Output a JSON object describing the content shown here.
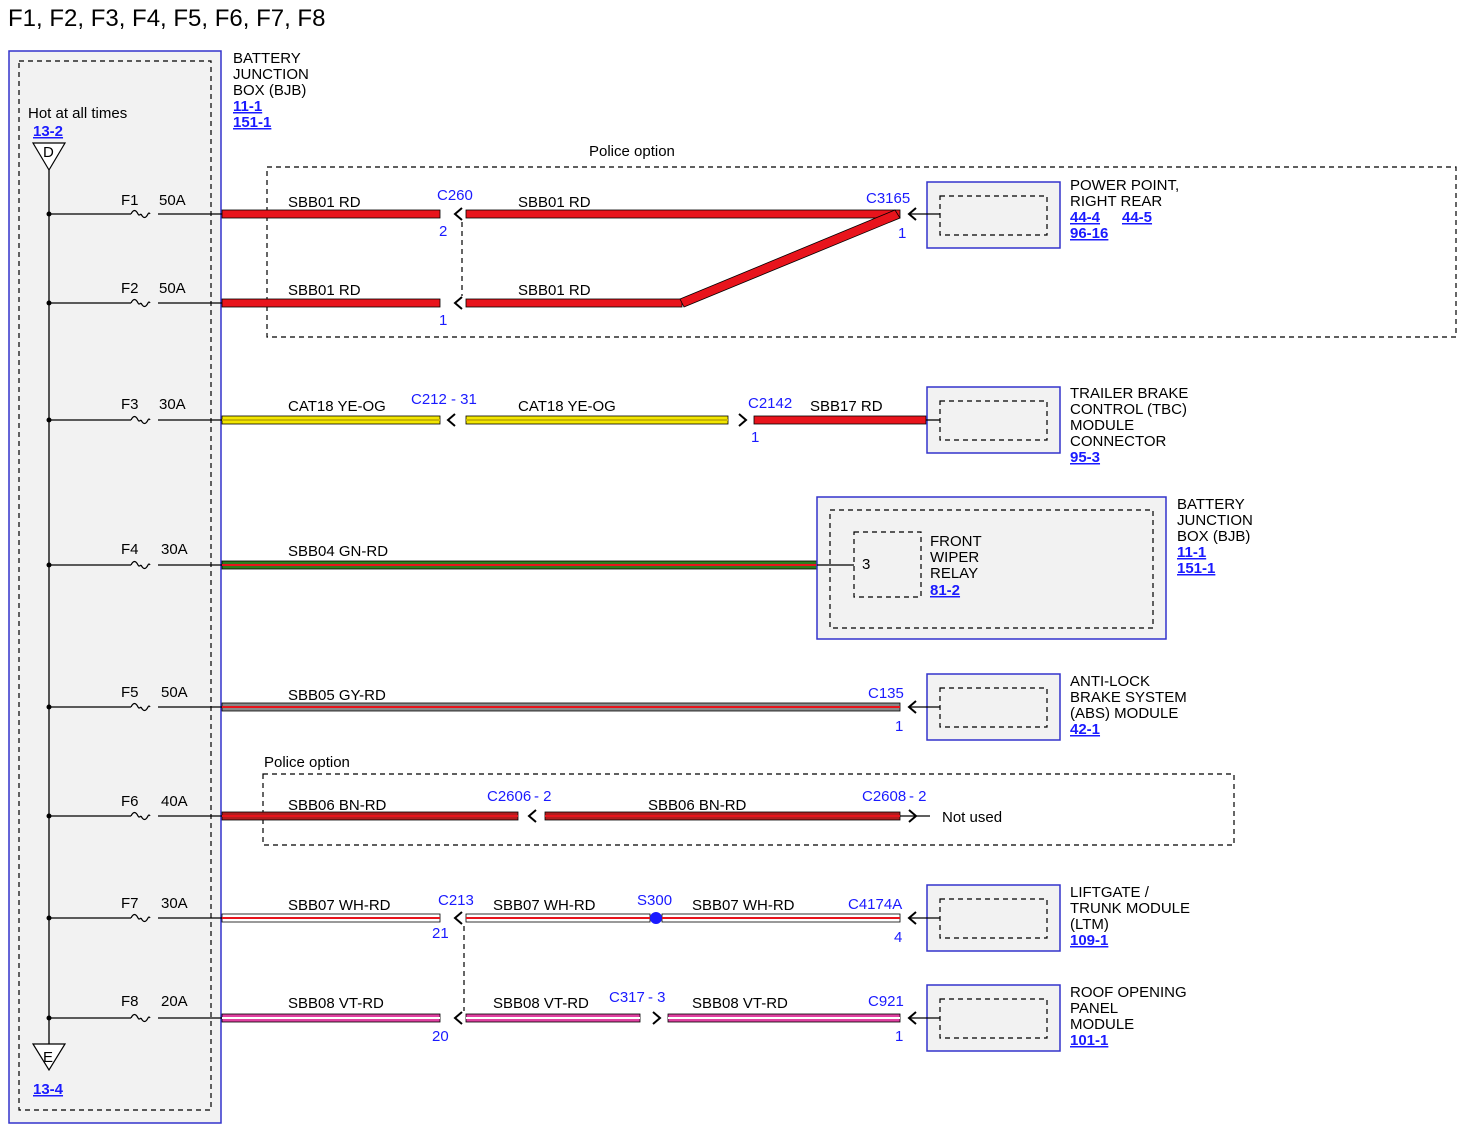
{
  "title": "F1, F2, F3, F4, F5, F6, F7, F8",
  "colors": {
    "RD": "#e8141c",
    "YE": "#f2e600",
    "GN": "#2e7d1e",
    "GY": "#8a8a8a",
    "BN": "#b01e1e",
    "WH": "#ffffff",
    "VT": "#e040a0",
    "box_border": "#3333cc",
    "box_fill": "#f2f2f2",
    "ref_blue": "#1a1aff"
  },
  "bjb_left": {
    "name_lines": [
      "BATTERY",
      "JUNCTION",
      "BOX (BJB)"
    ],
    "refs": [
      "11-1",
      "151-1"
    ],
    "hot_label": "Hot at all times",
    "hot_ref": "13-2",
    "top_terminal": "D",
    "bottom_terminal": "E",
    "bottom_ref": "13-4"
  },
  "fuses": [
    {
      "id": "F1",
      "rating": "50A"
    },
    {
      "id": "F2",
      "rating": "50A"
    },
    {
      "id": "F3",
      "rating": "30A"
    },
    {
      "id": "F4",
      "rating": "30A"
    },
    {
      "id": "F5",
      "rating": "50A"
    },
    {
      "id": "F6",
      "rating": "40A"
    },
    {
      "id": "F7",
      "rating": "30A"
    },
    {
      "id": "F8",
      "rating": "20A"
    }
  ],
  "police_option_label": "Police option",
  "wires": {
    "sbb01_rd": "SBB01   RD",
    "cat18_ye_og": "CAT18   YE-OG",
    "sbb17_rd": "SBB17   RD",
    "sbb04_gn_rd": "SBB04   GN-RD",
    "sbb05_gy_rd": "SBB05   GY-RD",
    "sbb06_bn_rd": "SBB06   BN-RD",
    "sbb07_wh_rd": "SBB07   WH-RD",
    "sbb08_vt_rd": "SBB08   VT-RD"
  },
  "connectors": {
    "c260": "C260",
    "c260_pin_top": "2",
    "c260_pin_bottom": "1",
    "c3165": "C3165",
    "c3165_pin": "1",
    "c212": "C212",
    "c212_pin": "- 31",
    "c2142": "C2142",
    "c2142_pin": "1",
    "relay_pin": "3",
    "c135": "C135",
    "c135_pin": "1",
    "c2606": "C2606",
    "c2606_pin": "- 2",
    "c2608": "C2608",
    "c2608_pin": "- 2",
    "not_used": "Not used",
    "c213": "C213",
    "c213_pin_top": "21",
    "c213_pin_bottom": "20",
    "s300": "S300",
    "c4174a": "C4174A",
    "c4174a_pin": "4",
    "c317": "C317",
    "c317_pin": "- 3",
    "c921": "C921",
    "c921_pin": "1"
  },
  "components": {
    "power_point": {
      "lines": [
        "POWER POINT,",
        "RIGHT REAR"
      ],
      "refs": [
        "44-4",
        "44-5",
        "96-16"
      ]
    },
    "tbc": {
      "lines": [
        "TRAILER BRAKE",
        "CONTROL (TBC)",
        "MODULE",
        "CONNECTOR"
      ],
      "refs": [
        "95-3"
      ]
    },
    "bjb_right": {
      "lines": [
        "BATTERY",
        "JUNCTION",
        "BOX (BJB)"
      ],
      "refs": [
        "11-1",
        "151-1"
      ]
    },
    "wiper_relay": {
      "lines": [
        "FRONT",
        "WIPER",
        "RELAY"
      ],
      "refs": [
        "81-2"
      ]
    },
    "abs": {
      "lines": [
        "ANTI-LOCK",
        "BRAKE SYSTEM",
        "(ABS) MODULE"
      ],
      "refs": [
        "42-1"
      ]
    },
    "ltm": {
      "lines": [
        "LIFTGATE /",
        "TRUNK MODULE",
        "(LTM)"
      ],
      "refs": [
        "109-1"
      ]
    },
    "roof": {
      "lines": [
        "ROOF OPENING",
        "PANEL",
        "MODULE"
      ],
      "refs": [
        "101-1"
      ]
    }
  }
}
